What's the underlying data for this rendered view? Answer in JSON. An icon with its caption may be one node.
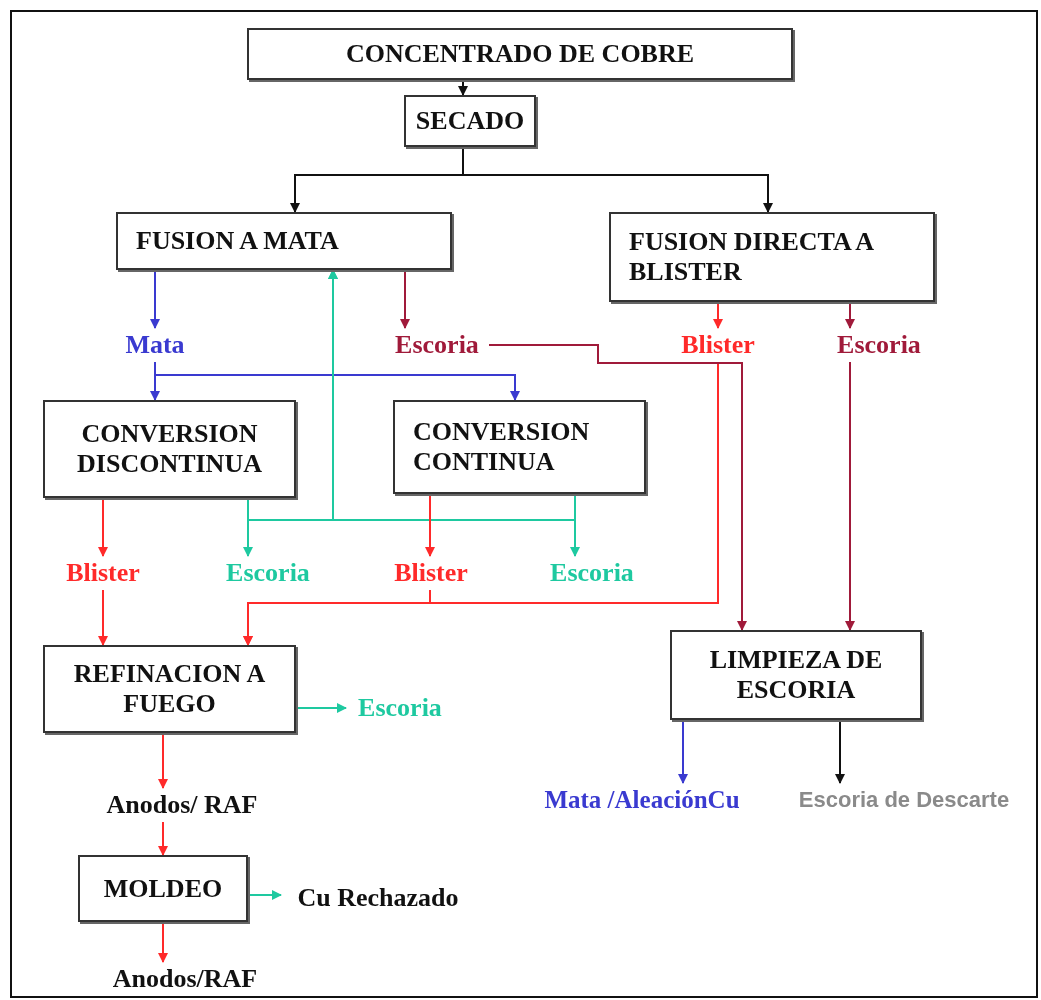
{
  "diagram": {
    "nodes": [
      {
        "text": [
          "CONCENTRADO DE COBRE"
        ]
      },
      {
        "text": [
          "SECADO"
        ]
      },
      {
        "text": [
          "FUSION A MATA"
        ]
      },
      {
        "text": [
          "FUSION DIRECTA A BLISTER"
        ]
      },
      {
        "text": [
          "Mata"
        ]
      },
      {
        "text": [
          "Escoria"
        ]
      },
      {
        "text": [
          "Blister"
        ]
      },
      {
        "text": [
          "Escoria"
        ]
      },
      {
        "text": [
          "CONVERSION DISCONTINUA"
        ]
      },
      {
        "text": [
          "CONVERSION CONTINUA"
        ]
      },
      {
        "text": [
          "Blister"
        ]
      },
      {
        "text": [
          "Escoria"
        ]
      },
      {
        "text": [
          "Blister"
        ]
      },
      {
        "text": [
          "Escoria"
        ]
      },
      {
        "text": [
          "REFINACION A FUEGO"
        ]
      },
      {
        "text": [
          "Escoria"
        ]
      },
      {
        "text": [
          "LIMPIEZA DE ESCORIA"
        ]
      },
      {
        "text": [
          "Anodos/ RAF"
        ]
      },
      {
        "text": [
          "MOLDEO"
        ]
      },
      {
        "text": [
          "Cu Rechazado"
        ]
      },
      {
        "text": [
          "Anodos/RAF"
        ]
      },
      {
        "text": [
          "Mata /AleaciónCu"
        ]
      },
      {
        "text": [
          "Escoria de Descarte"
        ]
      }
    ],
    "edges": [
      {
        "from": 0,
        "to": 1,
        "arrow": "to",
        "color": "#111111"
      },
      {
        "from": 1,
        "to": 2,
        "arrow": "to",
        "color": "#111111"
      },
      {
        "from": 1,
        "to": 3,
        "arrow": "to",
        "color": "#111111"
      },
      {
        "from": 2,
        "to": 4,
        "arrow": "to",
        "color": "#3a3ad0"
      },
      {
        "from": 2,
        "to": 5,
        "arrow": "to",
        "color": "#a01a3a"
      },
      {
        "from": 3,
        "to": 6,
        "arrow": "to",
        "color": "#ff2a2a"
      },
      {
        "from": 3,
        "to": 7,
        "arrow": "to",
        "color": "#a01a3a"
      },
      {
        "from": 4,
        "to": 8,
        "arrow": "to",
        "color": "#3a3ad0"
      },
      {
        "from": 4,
        "to": 9,
        "arrow": "to",
        "color": "#3a3ad0"
      },
      {
        "from": 8,
        "to": 10,
        "arrow": "to",
        "color": "#ff2a2a"
      },
      {
        "from": 8,
        "to": 11,
        "arrow": "to",
        "color": "#1ec9a0"
      },
      {
        "from": 9,
        "to": 13,
        "arrow": "to",
        "color": "#1ec9a0"
      },
      {
        "from": 8,
        "to": 2,
        "arrow": "to",
        "color": "#1ec9a0"
      },
      {
        "from": 9,
        "to": 2,
        "arrow": "to",
        "color": "#1ec9a0"
      },
      {
        "from": 9,
        "to": 12,
        "arrow": "to",
        "color": "#ff2a2a"
      },
      {
        "from": 10,
        "to": 14,
        "arrow": "to",
        "color": "#ff2a2a"
      },
      {
        "from": 12,
        "to": 14,
        "arrow": "to",
        "color": "#ff2a2a"
      },
      {
        "from": 6,
        "to": 14,
        "arrow": "to",
        "color": "#ff2a2a"
      },
      {
        "from": 5,
        "to": 16,
        "arrow": "to",
        "color": "#a01a3a"
      },
      {
        "from": 7,
        "to": 16,
        "arrow": "to",
        "color": "#a01a3a"
      },
      {
        "from": 14,
        "to": 15,
        "arrow": "to",
        "color": "#1ec9a0"
      },
      {
        "from": 14,
        "to": 17,
        "arrow": "to",
        "color": "#ff2a2a"
      },
      {
        "from": 17,
        "to": 18,
        "arrow": "to",
        "color": "#ff2a2a"
      },
      {
        "from": 18,
        "to": 19,
        "arrow": "to",
        "color": "#1ec9a0"
      },
      {
        "from": 18,
        "to": 20,
        "arrow": "to",
        "color": "#ff2a2a"
      },
      {
        "from": 16,
        "to": 21,
        "arrow": "to",
        "color": "#3a3ad0"
      },
      {
        "from": 16,
        "to": 22,
        "arrow": "to",
        "color": "#111111"
      }
    ]
  }
}
